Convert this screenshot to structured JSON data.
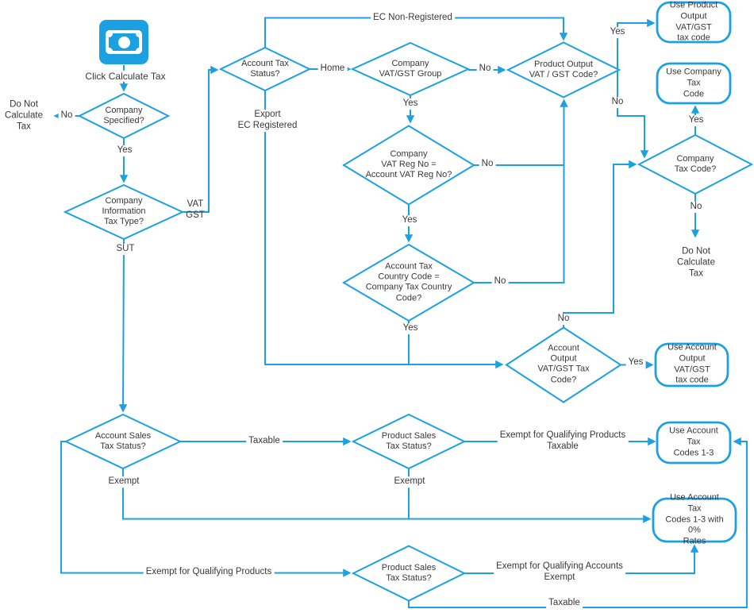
{
  "colors": {
    "accent": "#1ba1e2",
    "text": "#383838",
    "background": "#ffffff"
  },
  "start": {
    "icon": "banknote-icon",
    "label": "Click Calculate Tax"
  },
  "decisions": {
    "company_specified": "Company\nSpecified?",
    "company_info_tax_type": "Company\nInformation\nTax Type?",
    "account_tax_status": "Account Tax\nStatus?",
    "company_vat_gst_group": "Company\nVAT/GST Group",
    "product_output_code": "Product Output\nVAT / GST Code?",
    "company_vat_reg_match": "Company\nVAT Reg No =\nAccount VAT Reg No?",
    "account_tax_country_match": "Account Tax\nCountry Code =\nCompany Tax Country\nCode?",
    "account_output_code": "Account\nOutput\nVAT/GST Tax\nCode?",
    "company_tax_code": "Company\nTax Code?",
    "account_sales_tax_status": "Account Sales\nTax Status?",
    "product_sales_tax_status_1": "Product Sales\nTax Status?",
    "product_sales_tax_status_2": "Product Sales\nTax Status?"
  },
  "terminals": {
    "use_product_output": "Use Product\nOutput VAT/GST\ntax code",
    "use_company_tax": "Use Company Tax\nCode",
    "use_account_output": "Use Account\nOutput VAT/GST\ntax code",
    "use_account_codes": "Use Account Tax\nCodes 1-3",
    "use_account_codes_zero": "Use Account Tax\nCodes 1-3 with 0%\nRates",
    "do_not_calculate_left": "Do Not\nCalculate\nTax",
    "do_not_calculate_right": "Do Not Calculate\nTax"
  },
  "labels": {
    "no_company": "No",
    "yes_company": "Yes",
    "vat_gst": "VAT\nGST",
    "sut": "SUT",
    "ec_non_registered": "EC Non-Registered",
    "home": "Home",
    "export_ec_registered": "Export\nEC Registered",
    "yes_vat_group": "Yes",
    "no_vat_group": "No",
    "yes_product_output": "Yes",
    "no_product_output": "No",
    "no_vat_reg": "No",
    "yes_vat_reg": "Yes",
    "no_country": "No",
    "yes_country": "Yes",
    "no_account_output": "No",
    "yes_account_output": "Yes",
    "yes_company_tax": "Yes",
    "no_company_tax": "No",
    "taxable_account": "Taxable",
    "exempt_account": "Exempt",
    "exempt_product": "Exempt",
    "exempt_qualifying_products_taxable": "Exempt for Qualifying Products\nTaxable",
    "exempt_qualifying_products": "Exempt for Qualifying Products",
    "exempt_qualifying_accounts_exempt": "Exempt for Qualifying Accounts\nExempt",
    "taxable_product": "Taxable"
  }
}
